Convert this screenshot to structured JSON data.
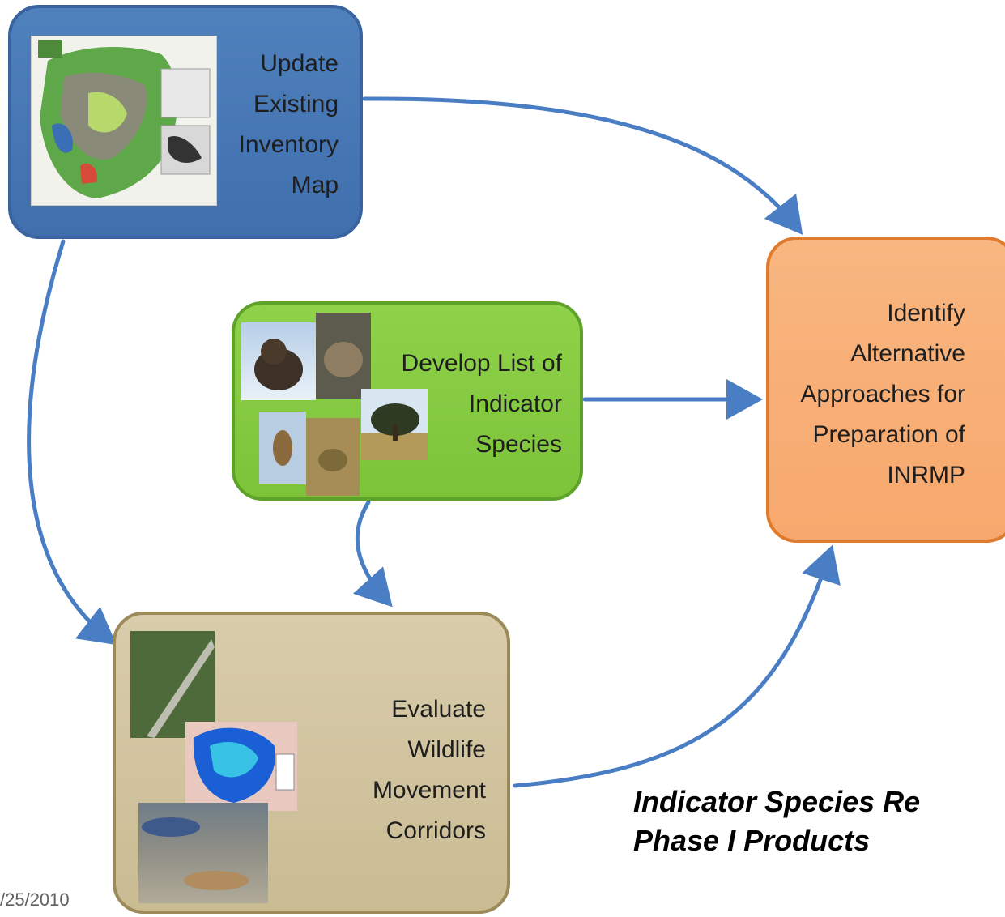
{
  "boxes": {
    "map": {
      "label": "Update\nExisting\nInventory\nMap"
    },
    "species": {
      "label": "Develop List of\nIndicator\nSpecies"
    },
    "inrmp": {
      "label": "Identify\nAlternative\nApproaches for\nPreparation of\nINRMP"
    },
    "corridors": {
      "label": "Evaluate\nWildlife\nMovement\nCorridors"
    }
  },
  "caption": "Indicator Species Re\nPhase I Products",
  "footer_date": "/25/2010",
  "colors": {
    "map_box": "#4f81bd",
    "species_box": "#7cc33a",
    "inrmp_box": "#f7a86d",
    "corridors_box": "#c9bb92",
    "arrow": "#4a7ec4"
  }
}
